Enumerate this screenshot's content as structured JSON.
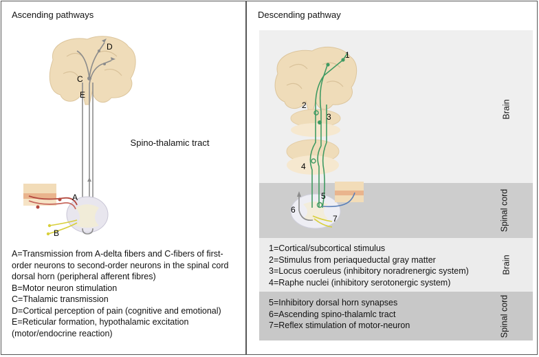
{
  "left": {
    "title": "Ascending pathways",
    "tract_label": "Spino-thalamic tract",
    "markers": {
      "A": "A",
      "B": "B",
      "C": "C",
      "D": "D",
      "E": "E"
    },
    "legend": [
      "A=Transmission from A-delta fibers and C-fibers of first-order neurons to second-order neurons in the spinal cord dorsal horn (peripheral afferent fibres)",
      "B=Motor neuron stimulation",
      "C=Thalamic transmission",
      "D=Cortical perception of pain (cognitive and emotional)",
      "E=Reticular formation, hypothalamic excitation (motor/endocrine reaction)"
    ]
  },
  "right": {
    "title": "Descending pathway",
    "markers": [
      "1",
      "2",
      "3",
      "4",
      "5",
      "6",
      "7"
    ],
    "region_labels": {
      "brain": "Brain",
      "spinal_cord": "Spinal cord"
    },
    "legend_brain": [
      "1=Cortical/subcortical stimulus",
      "2=Stimulus from periaqueductal gray matter",
      "3=Locus coeruleus (inhibitory noradrenergic system)",
      "4=Raphe nuclei (inhibitory serotonergic system)"
    ],
    "legend_spinal": [
      "5=Inhibitory dorsal horn synapses",
      "6=Ascending spino-thalamlc tract",
      "7=Reflex stimulation of motor-neuron"
    ]
  },
  "colors": {
    "brain_tissue": "#efdcb9",
    "ascending_tract": "#8c8c8c",
    "descending_tract": "#3f9a62",
    "afferent_fiber": "#b4493f",
    "motor_fiber": "#d8cf3a",
    "spinal_fiber_blue": "#5a7fb8"
  }
}
